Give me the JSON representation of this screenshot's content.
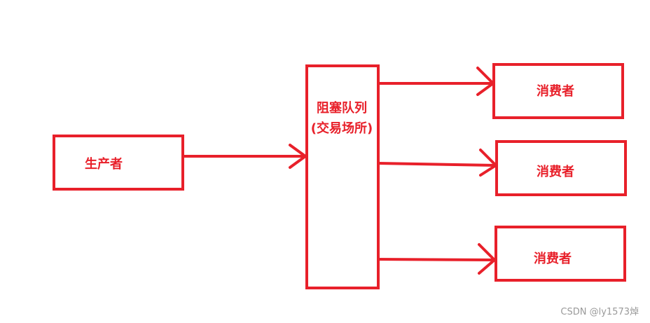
{
  "diagram": {
    "accent_color": "#e8202a",
    "producer": {
      "label": "生产者"
    },
    "queue": {
      "line1": "阻塞队列",
      "line2": "(交易场所)"
    },
    "consumers": [
      {
        "label": "消费者"
      },
      {
        "label": "消费者"
      },
      {
        "label": "消费者"
      }
    ]
  },
  "watermark": "CSDN @ly1573焯"
}
